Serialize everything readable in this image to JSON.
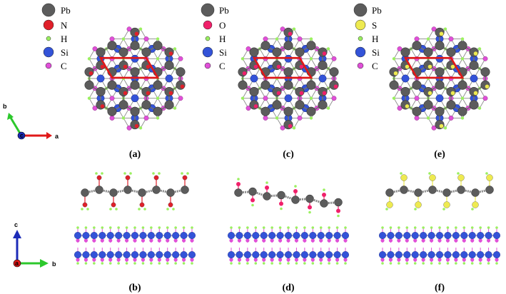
{
  "legends": [
    {
      "items": [
        {
          "label": "Pb",
          "color": "#5c5c5c",
          "size": 9
        },
        {
          "label": "N",
          "color": "#e0202a",
          "size": 7
        },
        {
          "label": "H",
          "color": "#9bf060",
          "size": 3
        },
        {
          "label": "Si",
          "color": "#3353d8",
          "size": 7
        },
        {
          "label": "C",
          "color": "#e050d8",
          "size": 4
        }
      ]
    },
    {
      "items": [
        {
          "label": "Pb",
          "color": "#5c5c5c",
          "size": 9
        },
        {
          "label": "O",
          "color": "#f0206a",
          "size": 6
        },
        {
          "label": "H",
          "color": "#9bf060",
          "size": 3
        },
        {
          "label": "Si",
          "color": "#3353d8",
          "size": 7
        },
        {
          "label": "C",
          "color": "#e050d8",
          "size": 4
        }
      ]
    },
    {
      "items": [
        {
          "label": "Pb",
          "color": "#5c5c5c",
          "size": 9
        },
        {
          "label": "S",
          "color": "#eeea50",
          "size": 7
        },
        {
          "label": "H",
          "color": "#9bf060",
          "size": 3
        },
        {
          "label": "Si",
          "color": "#3353d8",
          "size": 7
        },
        {
          "label": "C",
          "color": "#e050d8",
          "size": 4
        }
      ]
    }
  ],
  "panel_labels": [
    "(a)",
    "(c)",
    "(e)",
    "(b)",
    "(d)",
    "(f)"
  ],
  "axes_top": {
    "labels": [
      "b",
      "a"
    ],
    "origin": "c"
  },
  "axes_bottom": {
    "labels": [
      "c",
      "b"
    ],
    "origin": "a"
  },
  "colors": {
    "pb": "#5c5c5c",
    "si": "#3353d8",
    "c": "#e050d8",
    "h": "#9bf060",
    "n": "#e0202a",
    "o": "#f0206a",
    "s": "#eeea50",
    "cell": "#e01818",
    "bond": "#8a8a8a",
    "x_arrow": "#e01818",
    "y_arrow": "#2cc82c",
    "z_arrow": "#1c2bb8"
  }
}
